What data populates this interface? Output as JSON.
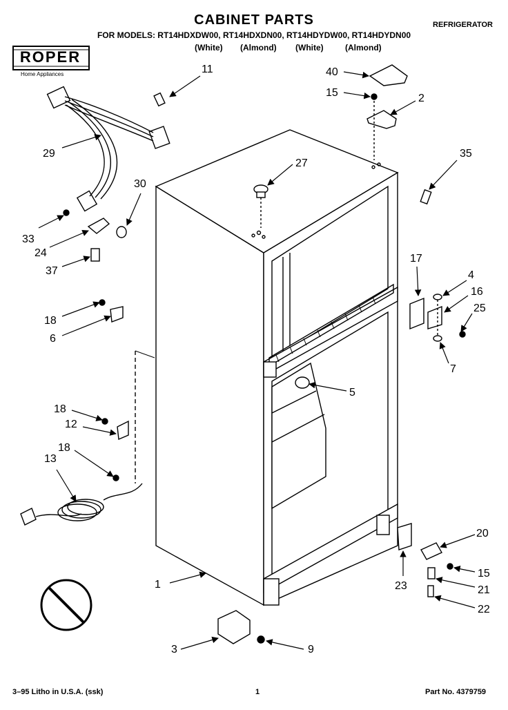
{
  "header": {
    "title": "CABINET PARTS",
    "appliance": "REFRIGERATOR",
    "models_line": "FOR MODELS: RT14HDXDW00, RT14HDXDN00, RT14HDYDW00, RT14HDYDN00",
    "colors": [
      "(White)",
      "(Almond)",
      "(White)",
      "(Almond)"
    ]
  },
  "brand": {
    "name": "ROPER",
    "tagline": "Home Appliances"
  },
  "callouts": [
    "11",
    "40",
    "15",
    "2",
    "29",
    "27",
    "35",
    "30",
    "33",
    "24",
    "37",
    "17",
    "4",
    "16",
    "25",
    "18",
    "6",
    "7",
    "5",
    "18",
    "12",
    "18",
    "13",
    "1",
    "20",
    "23",
    "15",
    "21",
    "22",
    "3",
    "9"
  ],
  "footer": {
    "left": "3–95 Litho in U.S.A. (ssk)",
    "center": "1",
    "right": "Part No. 4379759"
  }
}
